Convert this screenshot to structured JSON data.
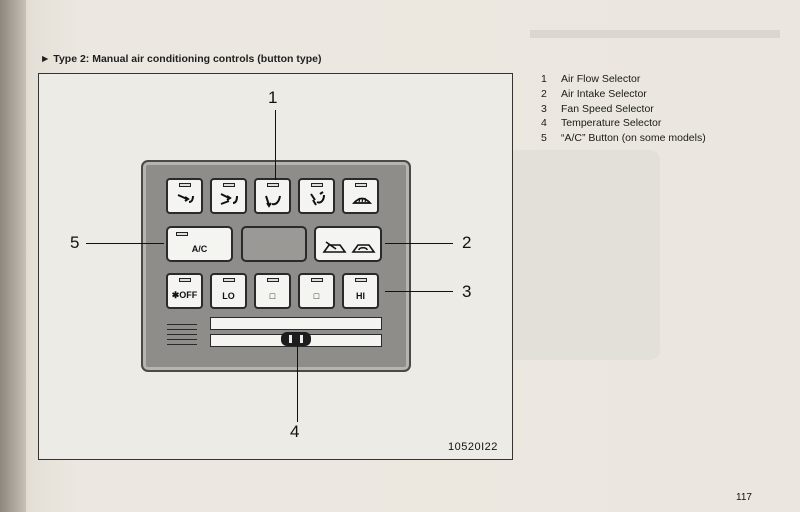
{
  "section": {
    "title": "► Type 2:  Manual air conditioning controls (button type)"
  },
  "diagram": {
    "callouts": [
      "1",
      "2",
      "3",
      "4",
      "5"
    ],
    "buttons_row1": [
      {
        "icon": "face-vent-icon"
      },
      {
        "icon": "bi-level-icon"
      },
      {
        "icon": "foot-icon"
      },
      {
        "icon": "foot-defrost-icon"
      },
      {
        "icon": "defroster-icon"
      }
    ],
    "ac_button": "A/C",
    "intake_icons": [
      "fresh-air-icon",
      "recirculation-icon"
    ],
    "fan_buttons": [
      "OFF",
      "LO",
      "□",
      "□",
      "HI"
    ],
    "code": "10520I22"
  },
  "legend": [
    {
      "num": "1",
      "text": "Air Flow Selector"
    },
    {
      "num": "2",
      "text": "Air Intake Selector"
    },
    {
      "num": "3",
      "text": "Fan Speed Selector"
    },
    {
      "num": "4",
      "text": "Temperature Selector"
    },
    {
      "num": "5",
      "text": "“A/C” Button (on some models)"
    }
  ],
  "page_number": "117"
}
